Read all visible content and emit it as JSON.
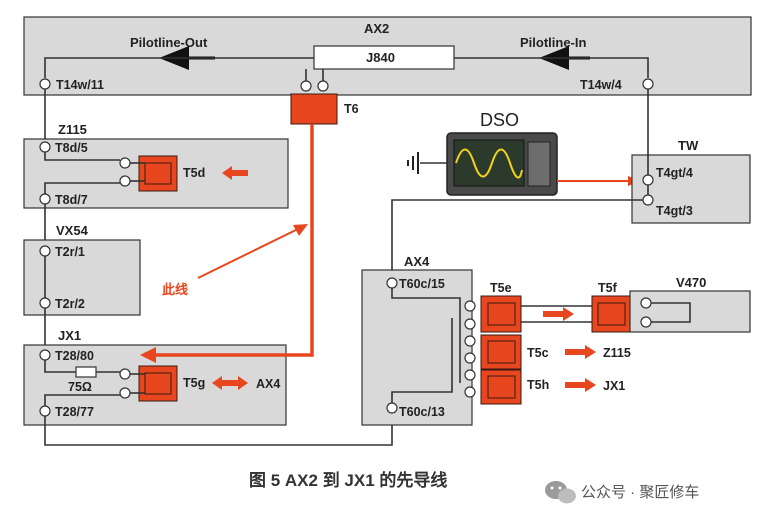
{
  "modules": {
    "ax2": "AX2",
    "z115": "Z115",
    "vx54": "VX54",
    "jx1": "JX1",
    "ax4": "AX4",
    "tw": "TW",
    "v470": "V470",
    "dso": "DSO",
    "j840": "J840"
  },
  "signals": {
    "pilot_out": "Pilotline-Out",
    "pilot_in": "Pilotline-In"
  },
  "terminals": {
    "t14w11": "T14w/11",
    "t14w4": "T14w/4",
    "t6": "T6",
    "t8d5": "T8d/5",
    "t8d7": "T8d/7",
    "t5d": "T5d",
    "t2r1": "T2r/1",
    "t2r2": "T2r/2",
    "t28_80": "T28/80",
    "t28_77": "T28/77",
    "resistor": "75Ω",
    "t5g": "T5g",
    "ax4_label": "AX4",
    "t60c15": "T60c/15",
    "t60c13": "T60c/13",
    "t5e": "T5e",
    "t5f": "T5f",
    "t5c": "T5c",
    "t5c_dest": "Z115",
    "t5h": "T5h",
    "t5h_dest": "JX1",
    "t4gt4": "T4gt/4",
    "t4gt3": "T4gt/3"
  },
  "annotation": "此线",
  "caption": "图 5 AX2 到 JX1 的先导线",
  "watermark": "公众号 · 聚匠修车",
  "colors": {
    "highlight": "#e8461f",
    "module": "#d9d9d9"
  }
}
